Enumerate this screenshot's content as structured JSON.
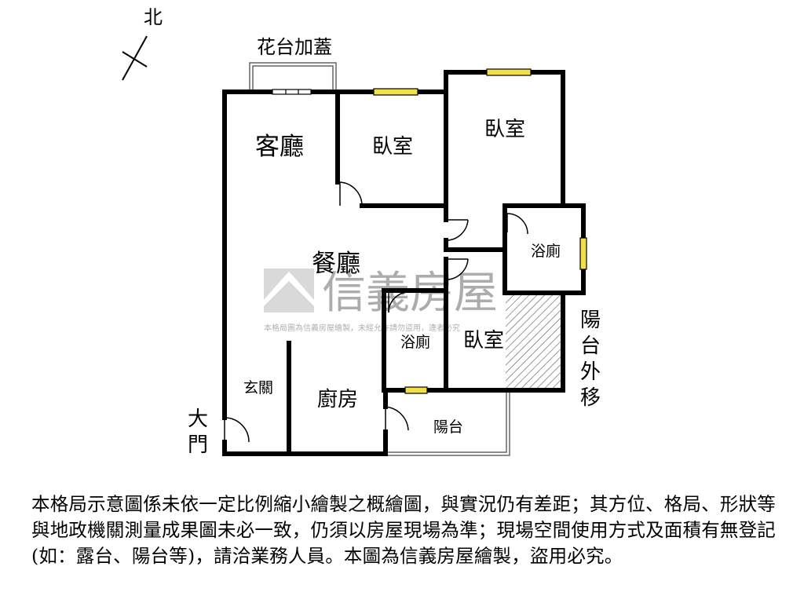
{
  "compass": {
    "north_label": "北"
  },
  "rooms": {
    "flower_deck": "花台加蓋",
    "living_room": "客廳",
    "bedroom_1": "臥室",
    "bedroom_2": "臥室",
    "bedroom_3": "臥室",
    "bathroom_1": "浴廁",
    "bathroom_2": "浴廁",
    "dining_room": "餐廳",
    "entrance_hall": "玄關",
    "kitchen": "廚房",
    "balcony": "陽台",
    "main_door": [
      "大",
      "門"
    ],
    "balcony_moved_out": [
      "陽",
      "台",
      "外",
      "移"
    ]
  },
  "watermark": {
    "brand": "信義房屋",
    "notice": "本格局圖為信義房屋繪製，未經允許請勿盜用，違者必究"
  },
  "disclaimer": "本格局示意圖係未依一定比例縮小繪製之概繪圖，與實況仍有差距；其方位、格局、形狀等與地政機關測量成果圖未必一致，仍須以房屋現場為準；現場空間使用方式及面積有無登記(如：露台、陽台等)，請洽業務人員。本圖為信義房屋繪製，盜用必究。"
}
